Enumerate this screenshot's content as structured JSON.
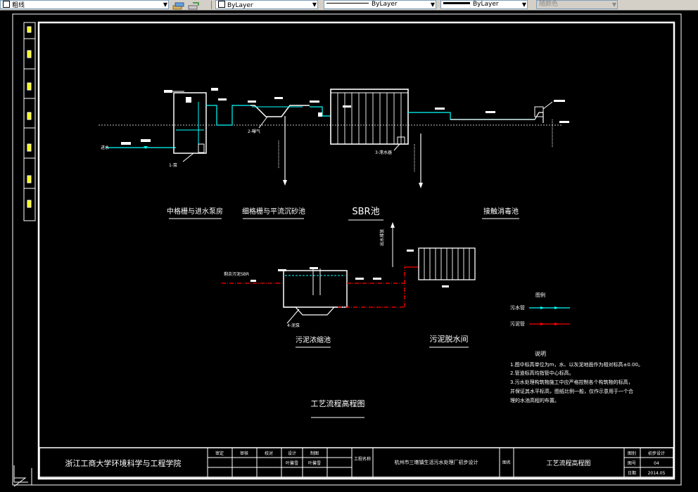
{
  "toolbar": {
    "linetype_layer_value": "粗线",
    "color_value": "ByLayer",
    "linetype_value": "ByLayer",
    "lineweight_value": "ByLayer",
    "plotstyle_value": "随颜色"
  },
  "drawing": {
    "stage_labels": {
      "coarse_screen": "中格栅与进水泵房",
      "fine_screen": "细格栅与平流沉砂池",
      "sbr": "SBR池",
      "disinfection": "接触消毒池",
      "sludge_thickener": "污泥浓缩池",
      "dewatering_room": "污泥脱水间"
    },
    "diagram_title": "工艺流程高程图",
    "equipment_labels": {
      "pump": "1-泵",
      "aerated_grit": "2-曝气",
      "sbr_device": "3-滗水器",
      "sludge_pump": "4-泥泵"
    },
    "inflow_label": "进水",
    "outflow_label": "出水排放",
    "sludge_from_sbr": "剩余污泥SBR",
    "legend": {
      "title": "图例",
      "water_pipe": "污水管",
      "sludge_pipe": "污泥管"
    },
    "notes": {
      "title": "说明",
      "items": [
        "1.图中标高单位为m，水、以灰泥地面作为相对标高±0.00。",
        "2.管道标高均指管中心标高。",
        "3.污水处理构筑物施工中应严格控制各个构筑物的标高，",
        "并保证其水平标高，图纸比例一般，仅作示意用于一个合",
        "理的水池高程的布置。"
      ]
    },
    "title_block": {
      "institution": "浙江工商大学环境科学与工程学院",
      "roles": [
        "审定",
        "审核",
        "校对",
        "设计",
        "制图"
      ],
      "role_names": [
        "",
        "",
        "",
        "叶馨雪",
        "叶馨雪"
      ],
      "project_label": "工程名称",
      "project_name": "杭州市三墩镇生活污水处理厂初步设计",
      "drawing_label": "图名",
      "drawing_name": "工艺流程高程图",
      "meta_keys": [
        "图别",
        "图号",
        "日期"
      ],
      "meta_values": [
        "初步设计",
        "04",
        "2014.05"
      ]
    }
  }
}
